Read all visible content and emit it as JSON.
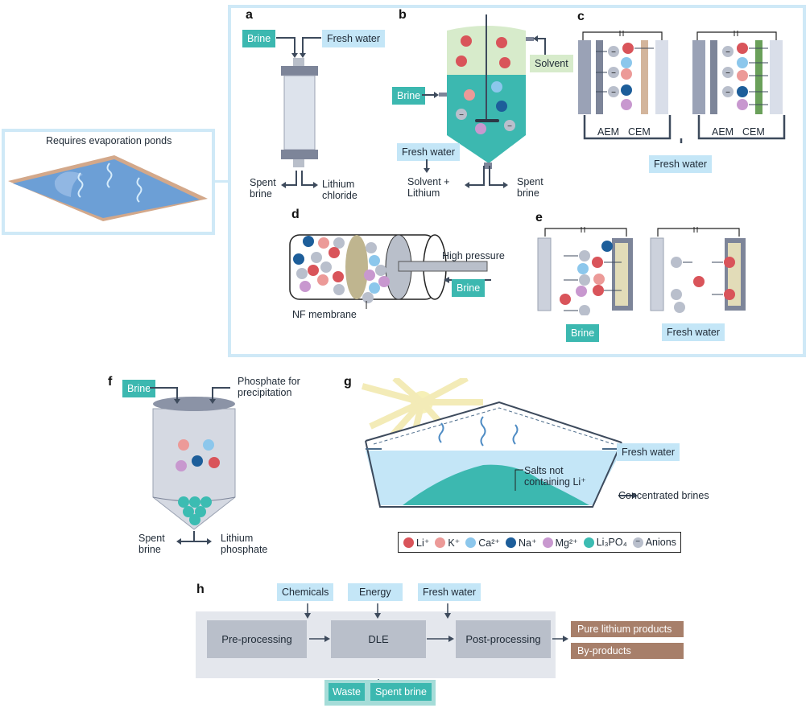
{
  "evaporation_inset": {
    "title": "Requires evaporation ponds"
  },
  "panels": {
    "a": {
      "letter": "a",
      "inputs": [
        "Brine",
        "Fresh water"
      ],
      "outputs": [
        "Spent\nbrine",
        "Lithium\nchloride"
      ]
    },
    "b": {
      "letter": "b",
      "solvent": "Solvent",
      "brine": "Brine",
      "fresh_water": "Fresh water",
      "outputs": [
        "Solvent +\nLithium",
        "Spent\nbrine"
      ]
    },
    "c": {
      "letter": "c",
      "membranes": [
        "AEM",
        "CEM",
        "AEM",
        "CEM"
      ],
      "fresh_water": "Fresh water"
    },
    "d": {
      "letter": "d",
      "pressure": "High pressure",
      "brine": "Brine",
      "membrane": "NF membrane"
    },
    "e": {
      "letter": "e",
      "brine": "Brine",
      "fresh_water": "Fresh water"
    },
    "f": {
      "letter": "f",
      "brine": "Brine",
      "phosphate": "Phosphate for\nprecipitation",
      "outputs": [
        "Spent\nbrine",
        "Lithium\nphosphate"
      ]
    },
    "g": {
      "letter": "g",
      "fresh_water": "Fresh water",
      "salts": "Salts not\ncontaining Li⁺",
      "concentrated": "Concentrated brines"
    },
    "h": {
      "letter": "h",
      "inputs": [
        "Chemicals",
        "Energy",
        "Fresh water"
      ],
      "steps": [
        "Pre-processing",
        "DLE",
        "Post-processing"
      ],
      "products": [
        "Pure lithium products",
        "By-products"
      ],
      "wastes": [
        "Waste",
        "Spent brine"
      ]
    }
  },
  "legend": {
    "items": [
      {
        "label": "Li⁺",
        "color": "#d9545a"
      },
      {
        "label": "K⁺",
        "color": "#ec9a98"
      },
      {
        "label": "Ca²⁺",
        "color": "#8cc7ec"
      },
      {
        "label": "Na⁺",
        "color": "#1d5e9a"
      },
      {
        "label": "Mg²⁺",
        "color": "#c898cf"
      },
      {
        "label": "Li₃PO₄",
        "color": "#3cbcb2"
      },
      {
        "label": "Anions",
        "color": "#b9bfcc",
        "symbol": "−"
      }
    ]
  },
  "colors": {
    "brine": "#3cb8b0",
    "fresh_water": "#c4e6f7",
    "frame": "#cfe9f7",
    "product": "#a77f6a",
    "arrow": "#3d4a5c"
  }
}
